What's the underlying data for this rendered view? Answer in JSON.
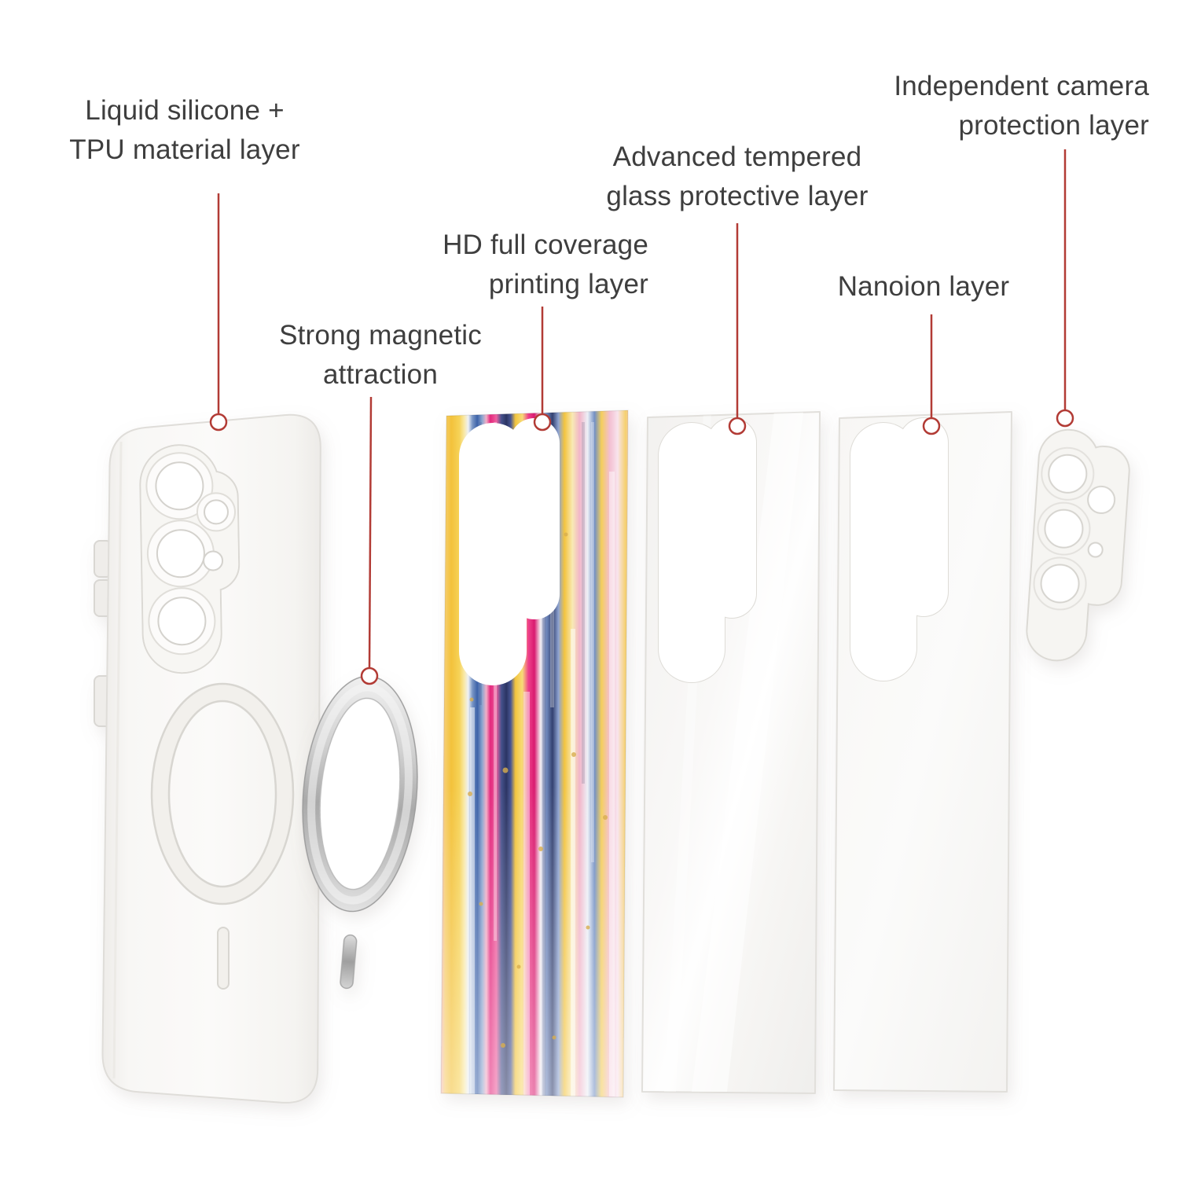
{
  "page": {
    "background_color": "#ffffff"
  },
  "colors": {
    "label_text": "#3e3e3e",
    "leader_line": "#b23b35",
    "marker_fill": "#ffffff",
    "case_color": "#f7f6f3",
    "metal_ring_color": "#b9b9b9",
    "artwork_palette": [
      "#f3c23b",
      "#e3267c",
      "#3d62a8",
      "#2b3463",
      "#f2aec6",
      "#edf1f6",
      "#d9ae4e"
    ]
  },
  "labels": {
    "liquid_silicone": {
      "text": "Liquid silicone +\nTPU material layer"
    },
    "magnetic": {
      "text": "Strong magnetic\nattraction"
    },
    "printing": {
      "text": "HD full coverage\nprinting layer"
    },
    "tempered_glass": {
      "text": "Advanced tempered\nglass protective layer"
    },
    "nanoion": {
      "text": "Nanoion layer"
    },
    "camera_protection": {
      "text": "Independent camera\nprotection layer"
    }
  }
}
